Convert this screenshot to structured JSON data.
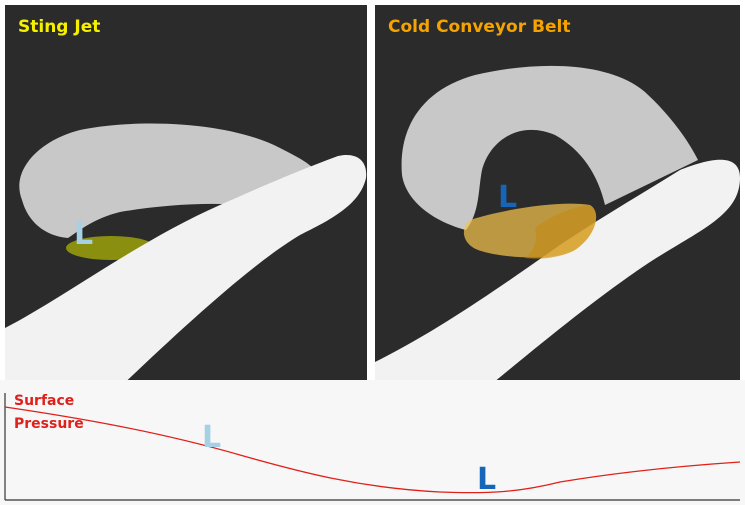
{
  "panels": {
    "left": {
      "title": "Sting Jet",
      "low_marker": "L"
    },
    "right": {
      "title": "Cold Conveyor Belt",
      "low_marker": "L"
    }
  },
  "bottom": {
    "curve_label_line1": "Surface",
    "curve_label_line2": "Pressure",
    "low_marker_light": "L",
    "low_marker_dark": "L"
  },
  "colors": {
    "panel_background": "#2b2b2b",
    "cloud_gray": "#c8c8c8",
    "cloud_white": "#f2f2f2",
    "title_left": "#f5f000",
    "title_right": "#f5a300",
    "low_light_blue": "#a6d0e4",
    "low_dark_blue": "#1565b8",
    "sting_jet_region": "#8a8f10",
    "ccb_region": "#f3c24a",
    "pressure_curve": "#e0201a"
  }
}
